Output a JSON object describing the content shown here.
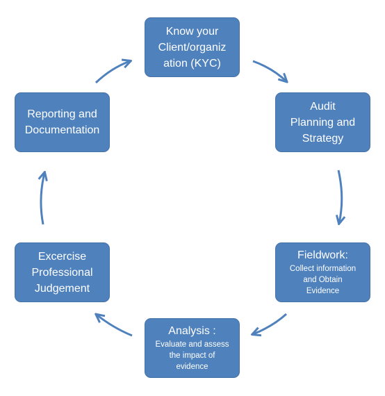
{
  "diagram": {
    "type": "cycle",
    "colors": {
      "box_fill": "#4f81bd",
      "box_border": "#4573a8",
      "arrow": "#4f81bd",
      "text": "#ffffff"
    },
    "nodes": [
      {
        "id": "kyc",
        "title_lines": [
          "Know your",
          "Client/organiz",
          "ation (KYC)"
        ]
      },
      {
        "id": "planning",
        "title_lines": [
          "Audit",
          "Planning and",
          "Strategy"
        ]
      },
      {
        "id": "fieldwork",
        "title": "Fieldwork:",
        "detail_lines": [
          "Collect information",
          "and Obtain",
          "Evidence"
        ]
      },
      {
        "id": "analysis",
        "title": "Analysis :",
        "detail_lines": [
          "Evaluate and assess",
          "the impact of",
          "evidence"
        ]
      },
      {
        "id": "judgement",
        "title_lines": [
          "Excercise",
          "Professional",
          "Judgement"
        ]
      },
      {
        "id": "reporting",
        "title_lines": [
          "Reporting and",
          "Documentation"
        ]
      }
    ],
    "edges": [
      {
        "from": "kyc",
        "to": "planning"
      },
      {
        "from": "planning",
        "to": "fieldwork"
      },
      {
        "from": "fieldwork",
        "to": "analysis"
      },
      {
        "from": "analysis",
        "to": "judgement"
      },
      {
        "from": "judgement",
        "to": "reporting"
      },
      {
        "from": "reporting",
        "to": "kyc"
      }
    ]
  }
}
